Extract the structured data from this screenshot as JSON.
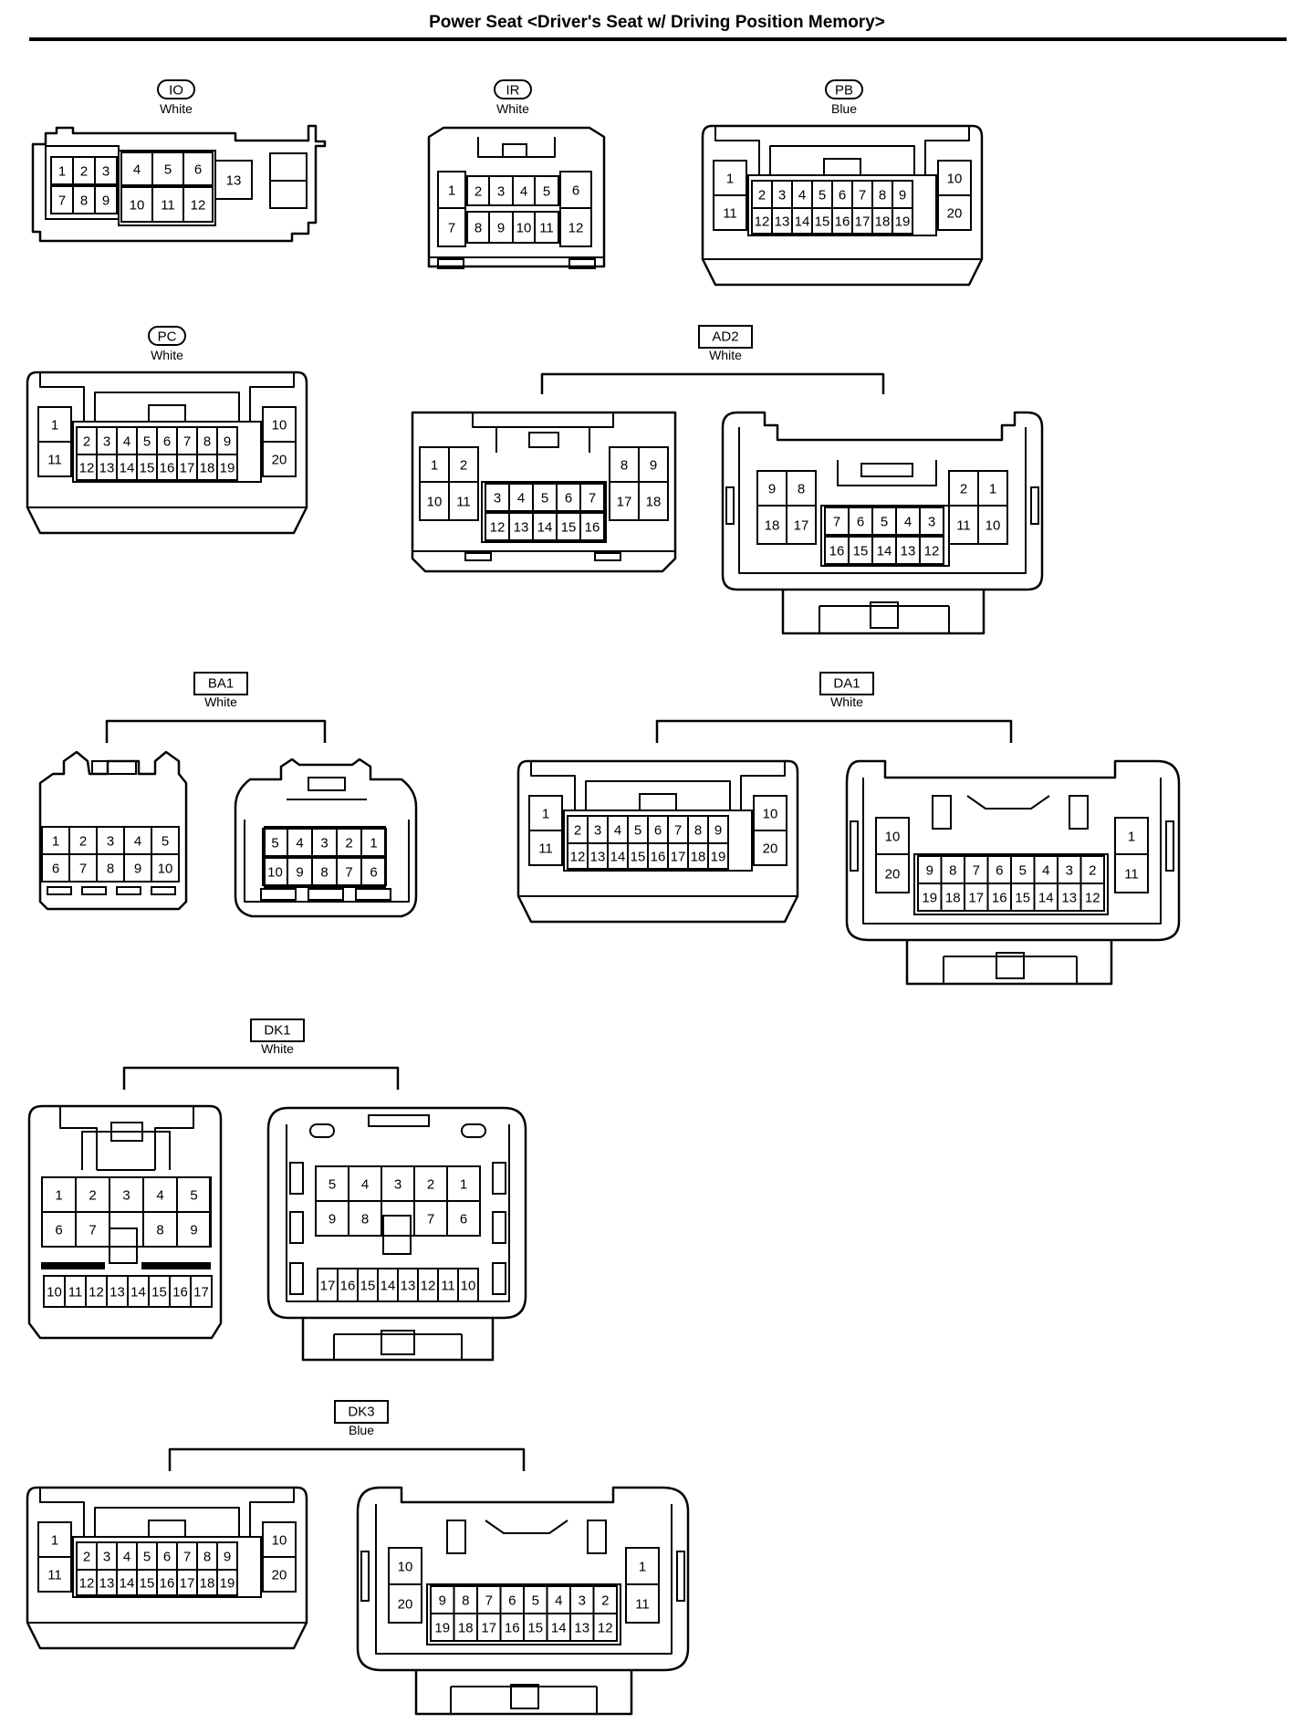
{
  "title": "Power Seat <Driver's Seat w/ Driving Position Memory>",
  "connectors": {
    "IO": {
      "code": "IO",
      "color": "White",
      "tag_style": "oval",
      "sides": [
        {
          "terminals": [
            "1",
            "2",
            "3",
            "4",
            "5",
            "6",
            "7",
            "8",
            "9",
            "10",
            "11",
            "12",
            "13"
          ]
        }
      ]
    },
    "IR": {
      "code": "IR",
      "color": "White",
      "tag_style": "oval",
      "sides": [
        {
          "terminals": [
            "1",
            "2",
            "3",
            "4",
            "5",
            "6",
            "7",
            "8",
            "9",
            "10",
            "11",
            "12"
          ]
        }
      ]
    },
    "PB": {
      "code": "PB",
      "color": "Blue",
      "tag_style": "oval",
      "sides": [
        {
          "terminals": [
            "1",
            "2",
            "3",
            "4",
            "5",
            "6",
            "7",
            "8",
            "9",
            "10",
            "11",
            "12",
            "13",
            "14",
            "15",
            "16",
            "17",
            "18",
            "19",
            "20"
          ]
        }
      ]
    },
    "PC": {
      "code": "PC",
      "color": "White",
      "tag_style": "oval",
      "sides": [
        {
          "terminals": [
            "1",
            "2",
            "3",
            "4",
            "5",
            "6",
            "7",
            "8",
            "9",
            "10",
            "11",
            "12",
            "13",
            "14",
            "15",
            "16",
            "17",
            "18",
            "19",
            "20"
          ]
        }
      ]
    },
    "AD2": {
      "code": "AD2",
      "color": "White",
      "tag_style": "box",
      "sides": [
        {
          "terminals": [
            "1",
            "2",
            "3",
            "4",
            "5",
            "6",
            "7",
            "8",
            "9",
            "10",
            "11",
            "12",
            "13",
            "14",
            "15",
            "16",
            "17",
            "18"
          ]
        },
        {
          "terminals": [
            "9",
            "8",
            "7",
            "6",
            "5",
            "4",
            "3",
            "2",
            "1",
            "18",
            "17",
            "16",
            "15",
            "14",
            "13",
            "12",
            "11",
            "10"
          ]
        }
      ]
    },
    "BA1": {
      "code": "BA1",
      "color": "White",
      "tag_style": "box",
      "sides": [
        {
          "terminals": [
            "1",
            "2",
            "3",
            "4",
            "5",
            "6",
            "7",
            "8",
            "9",
            "10"
          ]
        },
        {
          "terminals": [
            "5",
            "4",
            "3",
            "2",
            "1",
            "10",
            "9",
            "8",
            "7",
            "6"
          ]
        }
      ]
    },
    "DA1": {
      "code": "DA1",
      "color": "White",
      "tag_style": "box",
      "sides": [
        {
          "terminals": [
            "1",
            "2",
            "3",
            "4",
            "5",
            "6",
            "7",
            "8",
            "9",
            "10",
            "11",
            "12",
            "13",
            "14",
            "15",
            "16",
            "17",
            "18",
            "19",
            "20"
          ]
        },
        {
          "terminals": [
            "10",
            "9",
            "8",
            "7",
            "6",
            "5",
            "4",
            "3",
            "2",
            "1",
            "20",
            "19",
            "18",
            "17",
            "16",
            "15",
            "14",
            "13",
            "12",
            "11"
          ]
        }
      ]
    },
    "DK1": {
      "code": "DK1",
      "color": "White",
      "tag_style": "box",
      "sides": [
        {
          "terminals": [
            "1",
            "2",
            "3",
            "4",
            "5",
            "6",
            "7",
            "8",
            "9",
            "10",
            "11",
            "12",
            "13",
            "14",
            "15",
            "16",
            "17"
          ]
        },
        {
          "terminals": [
            "5",
            "4",
            "3",
            "2",
            "1",
            "9",
            "8",
            "7",
            "6",
            "17",
            "16",
            "15",
            "14",
            "13",
            "12",
            "11",
            "10"
          ]
        }
      ]
    },
    "DK3": {
      "code": "DK3",
      "color": "Blue",
      "tag_style": "box",
      "sides": [
        {
          "terminals": [
            "1",
            "2",
            "3",
            "4",
            "5",
            "6",
            "7",
            "8",
            "9",
            "10",
            "11",
            "12",
            "13",
            "14",
            "15",
            "16",
            "17",
            "18",
            "19",
            "20"
          ]
        },
        {
          "terminals": [
            "10",
            "9",
            "8",
            "7",
            "6",
            "5",
            "4",
            "3",
            "2",
            "1",
            "20",
            "19",
            "18",
            "17",
            "16",
            "15",
            "14",
            "13",
            "12",
            "11"
          ]
        }
      ]
    }
  }
}
